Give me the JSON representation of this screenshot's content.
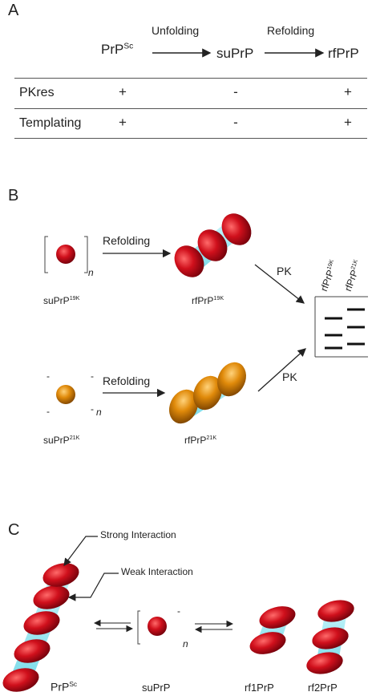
{
  "panel_a": {
    "letter": "A",
    "unfolding_label": "Unfolding",
    "refolding_label": "Refolding",
    "state1": {
      "base": "PrP",
      "sup": "Sc"
    },
    "state2": "suPrP",
    "state3": "rfPrP",
    "table": {
      "rows": [
        {
          "label": "PKres",
          "values": [
            "+",
            "-",
            "+"
          ]
        },
        {
          "label": "Templating",
          "values": [
            "+",
            "-",
            "+"
          ]
        }
      ]
    }
  },
  "panel_b": {
    "letter": "B",
    "refolding_top": "Refolding",
    "refolding_bottom": "Refolding",
    "su19": {
      "base": "suPrP",
      "sup": "19K"
    },
    "rf19": {
      "base": "rfPrP",
      "sup": "19K"
    },
    "su21": {
      "base": "suPrP",
      "sup": "21K"
    },
    "rf21": {
      "base": "rfPrP",
      "sup": "21K"
    },
    "pk_top": "PK",
    "pk_bottom": "PK",
    "subscript_n": "n",
    "minus_sign": "-",
    "lane1": {
      "base": "rfPrP",
      "sup": "19K"
    },
    "lane2": {
      "base": "rfPrP",
      "sup": "21K"
    }
  },
  "panel_c": {
    "letter": "C",
    "strong_interaction": "Strong Interaction",
    "weak_interaction": "Weak Interaction",
    "prpsc": {
      "base": "PrP",
      "sup": "Sc"
    },
    "suprp": "suPrP",
    "rf1": "rf1PrP",
    "rf2": "rf2PrP",
    "subscript_n": "n",
    "minus_sign": "-"
  },
  "colors": {
    "red": "#c8102e",
    "orange": "#e8940f",
    "cyan_link": "#8fe3f0",
    "line": "#222222"
  }
}
